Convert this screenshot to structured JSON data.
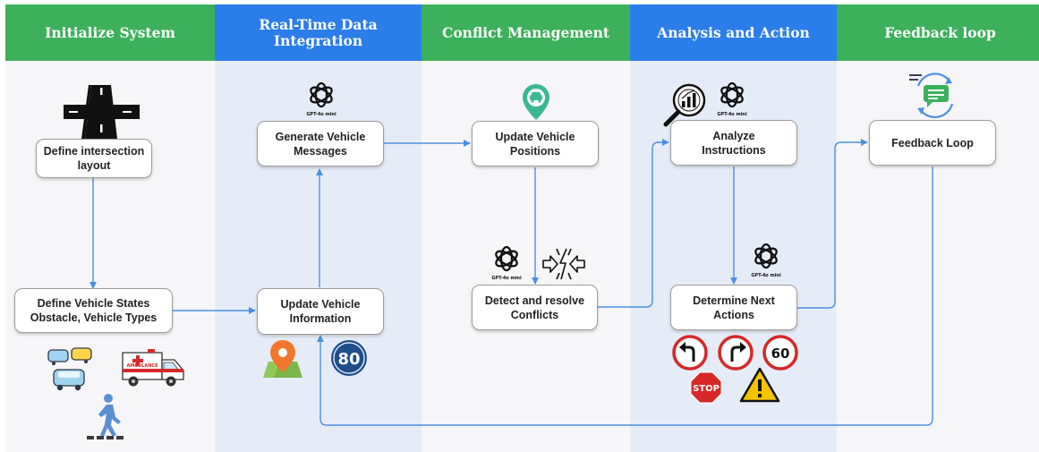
{
  "columns": [
    {
      "title": "Initialize System",
      "color": "#3cb05a"
    },
    {
      "title": "Real-Time Data\nIntegration",
      "color": "#2b7de9"
    },
    {
      "title": "Conflict Management",
      "color": "#3cb05a"
    },
    {
      "title": "Analysis and Action",
      "color": "#2b7de9"
    },
    {
      "title": "Feedback loop",
      "color": "#3cb05a"
    }
  ],
  "column_bg": {
    "green": "#f6f6f8",
    "blue": "#e6ecf7"
  },
  "nodes": {
    "define_layout": "Define intersection\nlayout",
    "define_states": "Define Vehicle States\nObstacle, Vehicle Types",
    "generate_messages": "Generate Vehicle\nMessages",
    "update_info": "Update Vehicle\nInformation",
    "update_positions": "Update Vehicle\nPositions",
    "detect_conflicts": "Detect and resolve\nConflicts",
    "analyze": "Analyze\nInstructions",
    "determine": "Determine Next\nActions",
    "feedback": "Feedback Loop"
  },
  "gpt_caption": "GPT-4o mini",
  "sign_labels": {
    "speed_80": "80",
    "speed_60": "60",
    "stop": "STOP",
    "ambulance": "AMBULANCE"
  },
  "colors": {
    "arrow": "#4a90e2",
    "sign_red": "#d62828",
    "sign_navy": "#1e4f8c",
    "warning_yellow": "#f5c400",
    "map_green": "#7ab648",
    "pin_orange": "#f2762e",
    "car_mint": "#3bb890"
  }
}
